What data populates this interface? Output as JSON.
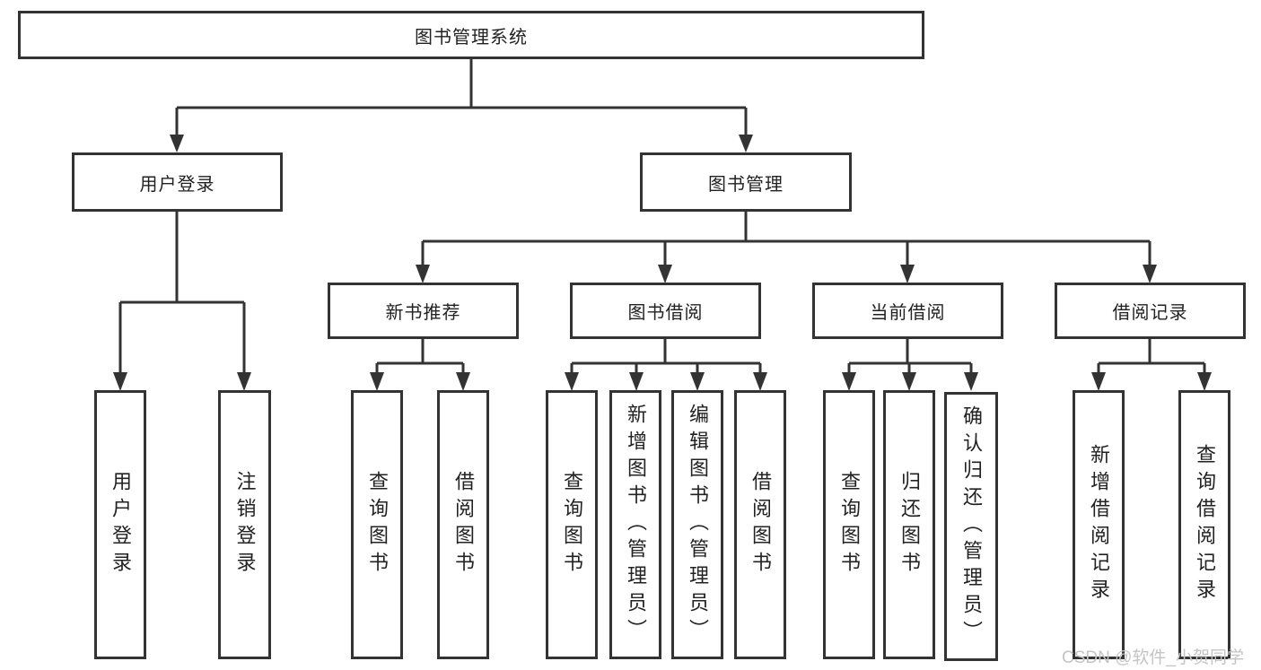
{
  "diagram_title": "图书管理系统",
  "nodes": {
    "root": "图书管理系统",
    "user_login": {
      "label": "用户登录",
      "children": [
        "用户登录",
        "注销登录"
      ]
    },
    "book_management": {
      "label": "图书管理"
    },
    "sections": [
      {
        "label": "新书推荐",
        "children": [
          "查询图书",
          "借阅图书"
        ]
      },
      {
        "label": "图书借阅",
        "children": [
          "查询图书",
          "新增图书（管理员）",
          "编辑图书（管理员）",
          "借阅图书"
        ]
      },
      {
        "label": "当前借阅",
        "children": [
          "查询图书",
          "归还图书",
          "确认归还（管理员）"
        ]
      },
      {
        "label": "借阅记录",
        "children": [
          "新增借阅记录",
          "查询借阅记录"
        ]
      }
    ]
  },
  "watermark": "CSDN @软件_小贺同学",
  "colors": {
    "line": "#333333",
    "text": "#222222",
    "background": "#ffffff",
    "watermark": "#c4c4c4"
  }
}
